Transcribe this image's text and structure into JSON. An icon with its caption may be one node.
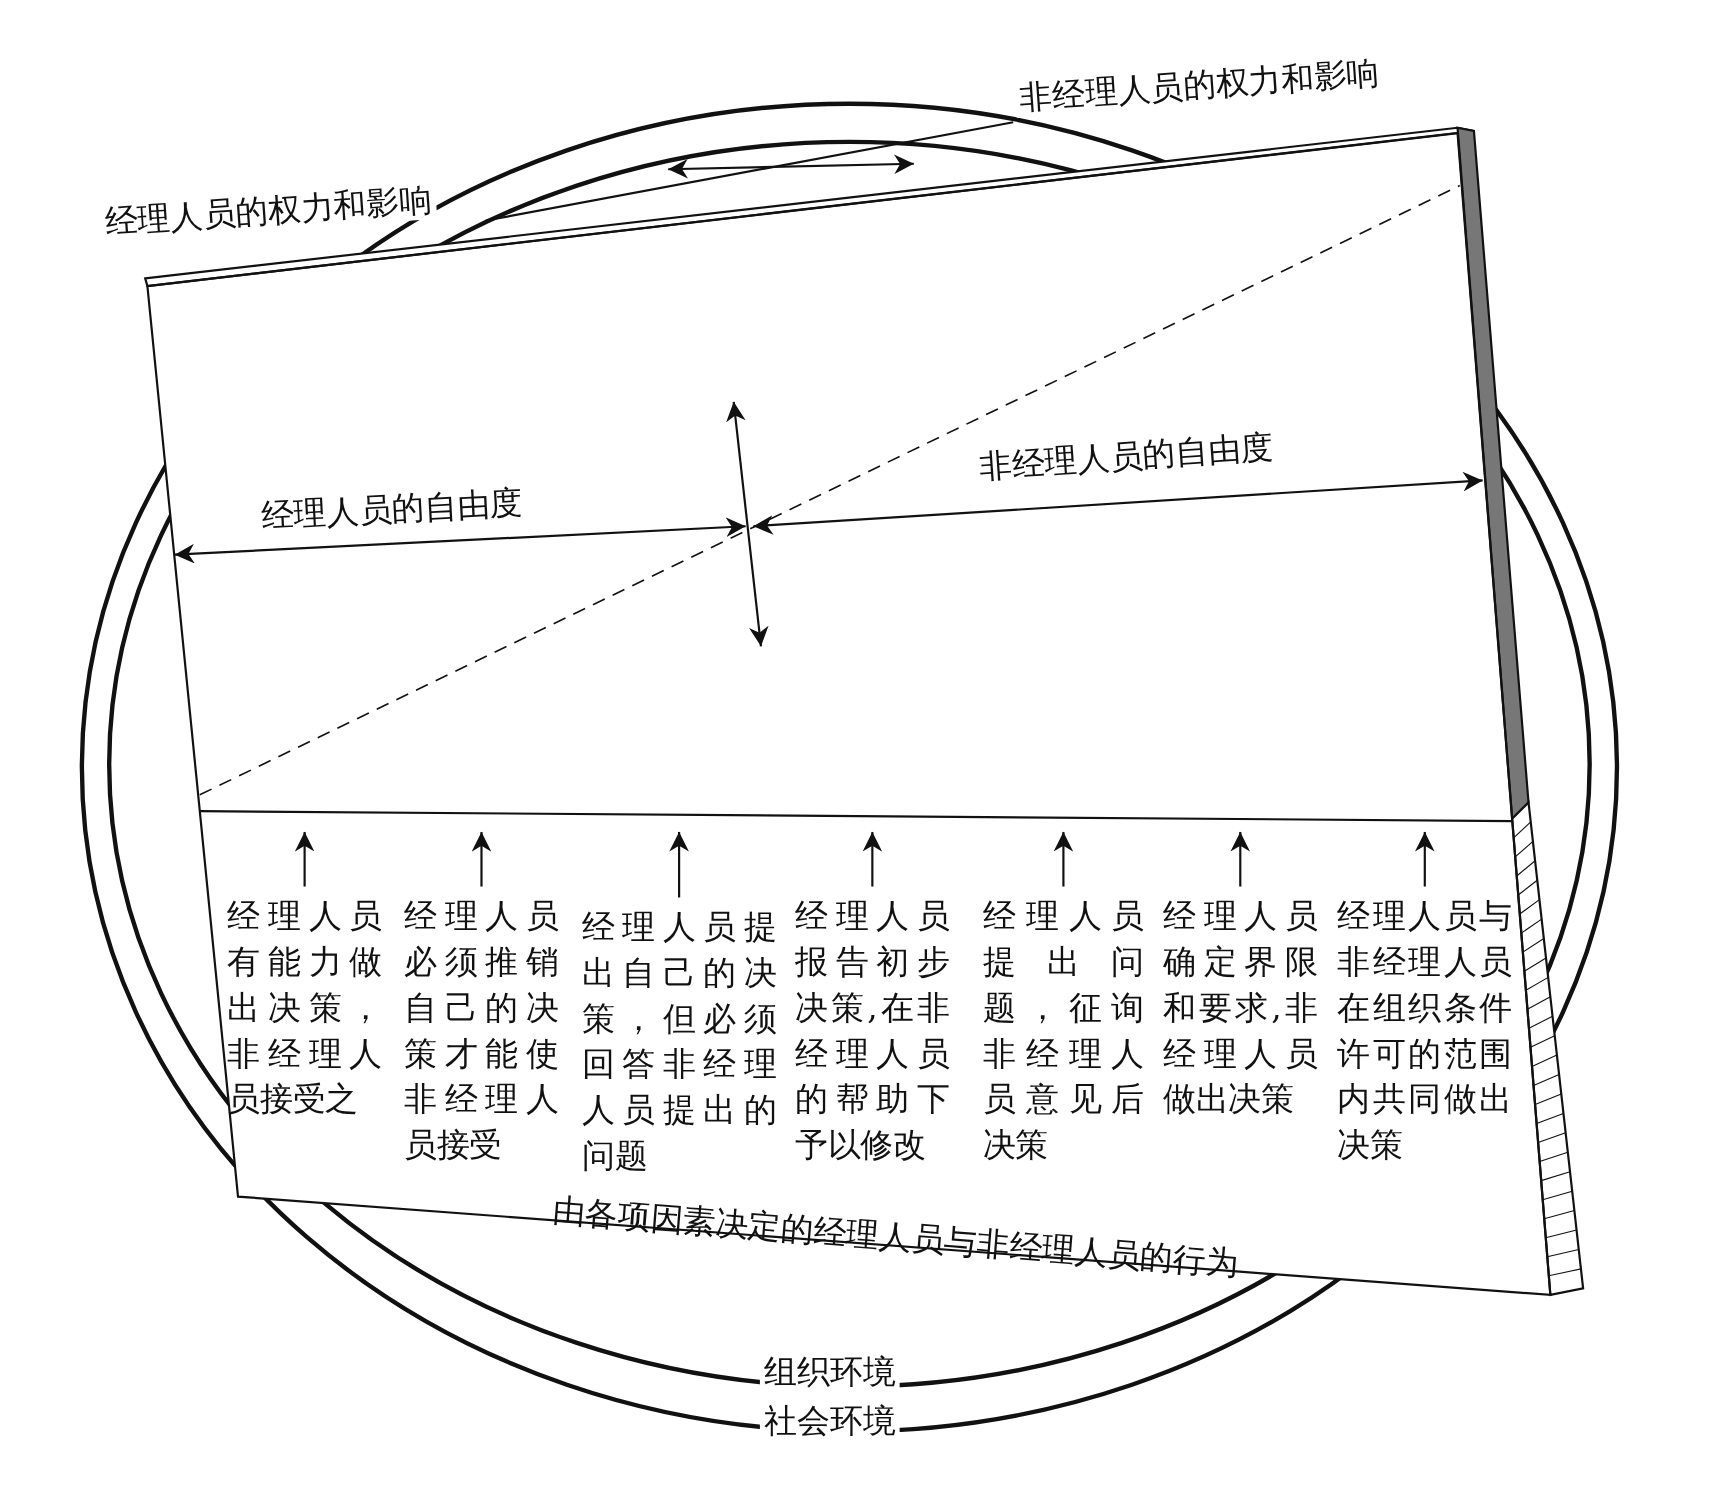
{
  "diagram": {
    "nodes": [
      {
        "text": [
          "经理人员有能力做出决策，非经理人员接受之"
        ]
      },
      {
        "text": [
          "经理人员必须推销自己的决策才能使非经理人员接受"
        ]
      },
      {
        "text": [
          "经理人员提出自己的决策，但必须回答非经理人员提出的问题"
        ]
      },
      {
        "text": [
          "经理人员报告初步决策,在非经理人员的帮助下予以修改"
        ]
      },
      {
        "text": [
          "经理人员提出问题，征询非经理人员意见后决策"
        ]
      },
      {
        "text": [
          "经理人员确定界限和要求,非经理人员做出决策"
        ]
      },
      {
        "text": [
          "经理人员与非经理人员在组织条件许可的范围内共同做出决策"
        ]
      }
    ],
    "edges": [
      {
        "from": 0,
        "to": null,
        "arrow": "to"
      },
      {
        "from": 1,
        "to": null,
        "arrow": "to"
      },
      {
        "from": 2,
        "to": null,
        "arrow": "to"
      },
      {
        "from": 3,
        "to": null,
        "arrow": "to"
      },
      {
        "from": 4,
        "to": null,
        "arrow": "to"
      },
      {
        "from": 5,
        "to": null,
        "arrow": "to"
      },
      {
        "from": 6,
        "to": null,
        "arrow": "to"
      }
    ],
    "labels": [
      "非经理人员的权力和影响",
      "经理人员的权力和影响",
      "非经理人员的自由度",
      "经理人员的自由度",
      "由各项因素决定的经理人员与非经理人员的行为",
      "组织环境",
      "社会环境"
    ]
  }
}
